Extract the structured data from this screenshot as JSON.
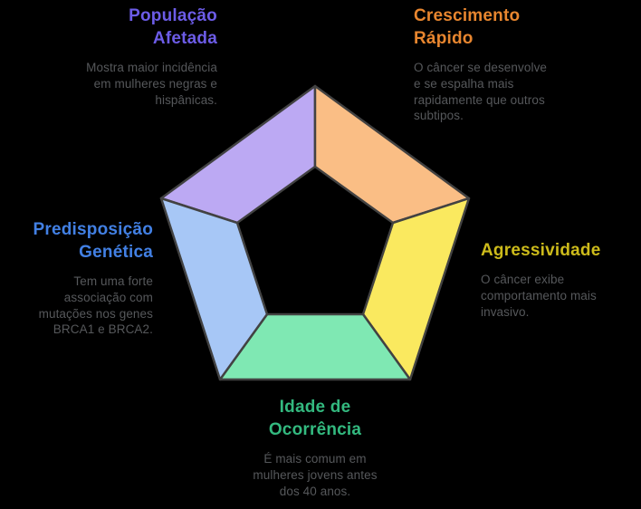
{
  "background_color": "#000000",
  "diagram": {
    "type": "pentagon-ring",
    "stroke_color": "#424242",
    "segments": [
      {
        "name": "populacao-afetada",
        "fill": "#BCA9F3"
      },
      {
        "name": "crescimento-rapido",
        "fill": "#FABE85"
      },
      {
        "name": "agressividade",
        "fill": "#FAE95F"
      },
      {
        "name": "idade-de-ocorrencia",
        "fill": "#7FE8B3"
      },
      {
        "name": "predisposicao-genetica",
        "fill": "#A7C7F6"
      }
    ]
  },
  "labels": {
    "body_color": "#56585B",
    "populacao": {
      "title": "População\nAfetada",
      "title_color": "#6C5CE7",
      "body": "Mostra maior incidência\nem mulheres negras e\nhispânicas."
    },
    "crescimento": {
      "title": "Crescimento\nRápido",
      "title_color": "#E8862F",
      "body": "O câncer se desenvolve\ne se espalha mais\nrapidamente que outros\nsubtipos."
    },
    "agressividade": {
      "title": "Agressividade",
      "title_color": "#CDBB1B",
      "body": "O câncer exibe\ncomportamento mais\ninvasivo."
    },
    "idade": {
      "title": "Idade de\nOcorrência",
      "title_color": "#33B97F",
      "body": "É mais comum em\nmulheres jovens antes\ndos 40 anos."
    },
    "predisposicao": {
      "title": "Predisposição\nGenética",
      "title_color": "#4280E4",
      "body": "Tem uma forte\nassociação com\nmutações nos genes\nBRCA1 e BRCA2."
    }
  }
}
